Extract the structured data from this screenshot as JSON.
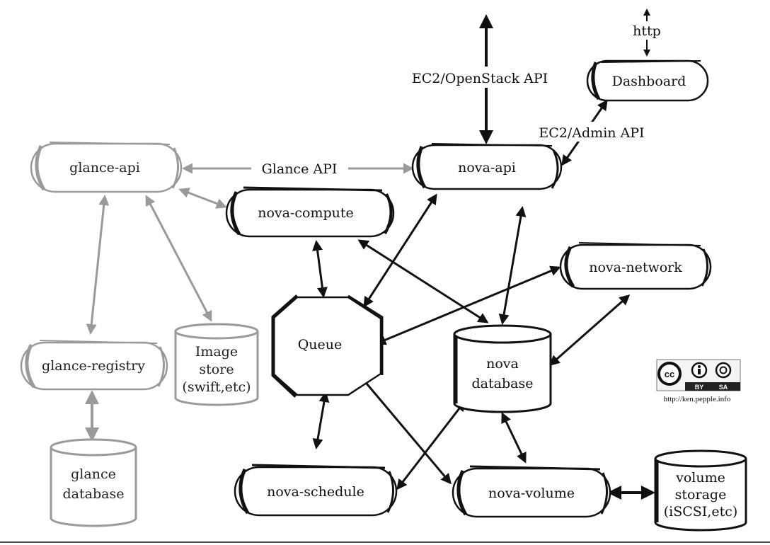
{
  "diagram": {
    "nodes": {
      "glance_api": "glance-api",
      "glance_registry": "glance-registry",
      "image_store": [
        "Image",
        "store",
        "(swift,etc)"
      ],
      "glance_database": [
        "glance",
        "database"
      ],
      "nova_compute": "nova-compute",
      "nova_api": "nova-api",
      "dashboard": "Dashboard",
      "queue": "Queue",
      "nova_network": "nova-network",
      "nova_database": [
        "nova",
        "database"
      ],
      "nova_schedule": "nova-schedule",
      "nova_volume": "nova-volume",
      "volume_storage": [
        "volume",
        "storage",
        "(iSCSI,etc)"
      ]
    },
    "edge_labels": {
      "glance_api": "Glance API",
      "ec2_openstack_api": "EC2/OpenStack API",
      "ec2_admin_api": "EC2/Admin API",
      "http": "http"
    },
    "license": {
      "cc": "cc",
      "by": "BY",
      "sa": "SA",
      "url": "http://ken.pepple.info"
    },
    "colors": {
      "ink": "#111111",
      "glance_ink": "#9a9a9a"
    }
  }
}
